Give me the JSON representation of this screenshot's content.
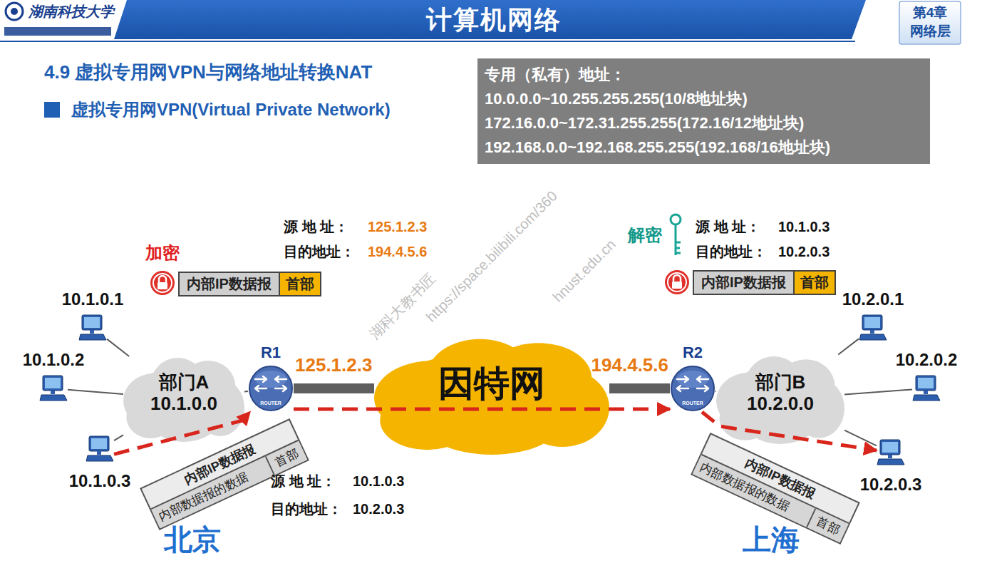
{
  "diagram": {
    "title": "计算机网络",
    "nodes": [
      {
        "text": [
          "专用（私有）地址：",
          "10.0.0.0~10.255.255.255(10/8地址块)",
          "172.16.0.0~172.31.255.255(172.16/12地址块)",
          "192.168.0.0~192.168.255.255(192.168/16地址块)"
        ]
      },
      {
        "text": [
          "部门A",
          "10.1.0.0"
        ]
      },
      {
        "text": [
          "10.1.0.1"
        ]
      },
      {
        "text": [
          "10.1.0.2"
        ]
      },
      {
        "text": [
          "10.1.0.3"
        ]
      },
      {
        "text": [
          "R1",
          "ROUTER"
        ]
      },
      {
        "text": [
          "因特网"
        ]
      },
      {
        "text": [
          "R2",
          "ROUTER"
        ]
      },
      {
        "text": [
          "部门B",
          "10.2.0.0"
        ]
      },
      {
        "text": [
          "10.2.0.1"
        ]
      },
      {
        "text": [
          "10.2.0.2"
        ]
      },
      {
        "text": [
          "10.2.0.3"
        ]
      },
      {
        "text": [
          "内部IP数据报"
        ]
      },
      {
        "text": [
          "首部"
        ],
        "in": 12
      },
      {
        "text": [
          "内部IP数据报"
        ]
      },
      {
        "text": [
          "首部"
        ],
        "in": 14
      },
      {
        "text": [
          "内部IP数据报"
        ]
      },
      {
        "text": [
          "内部数据报的数据"
        ],
        "in": 16
      },
      {
        "text": [
          "首部"
        ],
        "in": 16
      },
      {
        "text": [
          "内部IP数据报"
        ]
      },
      {
        "text": [
          "内部数据报的数据"
        ],
        "in": 19
      },
      {
        "text": [
          "首部"
        ],
        "in": 19
      }
    ],
    "edges": [
      {
        "from": 2,
        "to": 1,
        "arrow": "none"
      },
      {
        "from": 3,
        "to": 1,
        "arrow": "none"
      },
      {
        "from": 4,
        "to": 1,
        "arrow": "none"
      },
      {
        "from": 1,
        "to": 5,
        "arrow": "none"
      },
      {
        "from": 5,
        "to": 6,
        "arrow": "none"
      },
      {
        "from": 6,
        "to": 7,
        "arrow": "none"
      },
      {
        "from": 7,
        "to": 8,
        "arrow": "none"
      },
      {
        "from": 8,
        "to": 9,
        "arrow": "none"
      },
      {
        "from": 8,
        "to": 10,
        "arrow": "none"
      },
      {
        "from": 8,
        "to": 11,
        "arrow": "none"
      },
      {
        "from": 4,
        "to": 5,
        "arrow": "to"
      },
      {
        "from": 5,
        "to": 7,
        "arrow": "to"
      },
      {
        "from": 7,
        "to": 11,
        "arrow": "to"
      }
    ],
    "labels": [
      "湖南科技大学",
      "第4章",
      "网络层",
      "4.9 虚拟专用网VPN与网络地址转换NAT",
      "虚拟专用网VPN(Virtual Private Network)",
      "源 地 址：",
      "125.1.2.3",
      "目的地址：",
      "194.4.5.6",
      "加密",
      "解密",
      "源 地 址：",
      "10.1.0.3",
      "目的地址：",
      "10.2.0.3",
      "125.1.2.3",
      "194.4.5.6",
      "源 地 址：",
      "10.1.0.3",
      "目的地址：",
      "10.2.0.3",
      "北京",
      "上海",
      "湖科大教书匠",
      "https://space.bilibili.com/360",
      "hnust.edu.cn"
    ]
  }
}
